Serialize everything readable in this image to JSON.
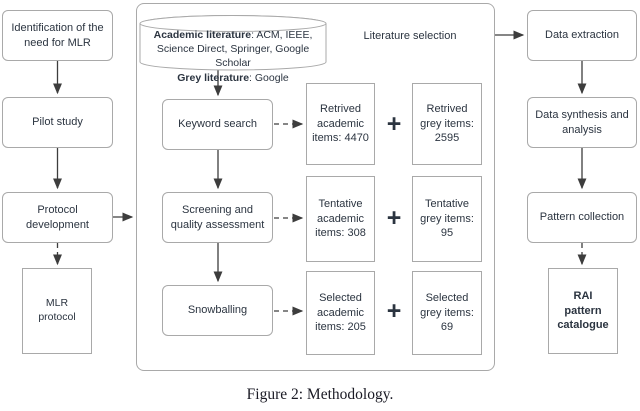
{
  "colors": {
    "border": "#a9a9a9",
    "arrow": "#3d3d3d",
    "text": "#2b3440"
  },
  "flow_left": {
    "identification": "Identification of the need for MLR",
    "pilot": "Pilot study",
    "protocol_dev": "Protocol development",
    "mlr_protocol": "MLR protocol"
  },
  "literature_selection": {
    "title": "Literature selection",
    "sources": {
      "academic_label": "Academic literature",
      "academic_list": ": ACM, IEEE, Science Direct, Springer, Google Scholar",
      "grey_label": "Grey literature",
      "grey_list": ": Google"
    },
    "steps": {
      "keyword_search": "Keyword search",
      "screening": "Screening and quality assessment",
      "snowballing": "Snowballing"
    },
    "results": [
      {
        "academic": "Retrived academic items: 4470",
        "plus": "+",
        "grey": "Retrived grey items: 2595"
      },
      {
        "academic": "Tentative academic items: 308",
        "plus": "+",
        "grey": "Tentative grey items: 95"
      },
      {
        "academic": "Selected academic items: 205",
        "plus": "+",
        "grey": "Selected grey items: 69"
      }
    ]
  },
  "flow_right": {
    "data_extraction": "Data extraction",
    "data_synthesis": "Data synthesis and analysis",
    "pattern_collection": "Pattern collection",
    "rai_catalogue": "RAI pattern catalogue"
  },
  "caption": "Figure 2: Methodology."
}
